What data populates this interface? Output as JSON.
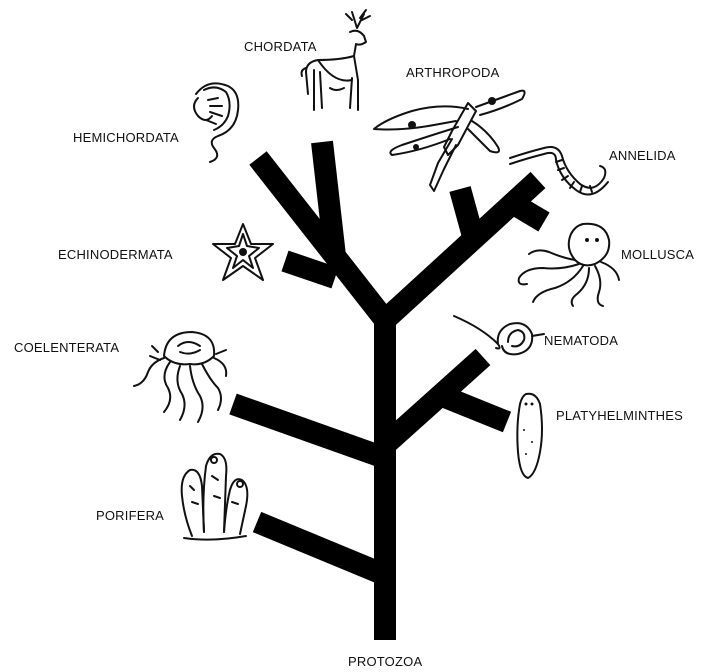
{
  "taxa": {
    "chordata": "CHORDATA",
    "arthropoda": "ARTHROPODA",
    "hemichordata": "HEMICHORDATA",
    "annelida": "ANNELIDA",
    "echinodermata": "ECHINODERMATA",
    "mollusca": "MOLLUSCA",
    "nematoda": "NEMATODA",
    "coelenterata": "COELENTERATA",
    "platyhelminthes": "PLATYHELMINTHES",
    "porifera": "PORIFERA",
    "protozoa": "PROTOZOA"
  },
  "colors": {
    "branch": "#000000",
    "background": "#ffffff",
    "text": "#111111"
  },
  "icons": {
    "chordata": "deer-icon",
    "arthropoda": "dragonfly-icon",
    "hemichordata": "acorn-worm-icon",
    "annelida": "earthworm-icon",
    "echinodermata": "starfish-icon",
    "mollusca": "octopus-icon",
    "nematoda": "roundworm-icon",
    "coelenterata": "jellyfish-icon",
    "platyhelminthes": "flatworm-icon",
    "porifera": "sponge-icon"
  }
}
